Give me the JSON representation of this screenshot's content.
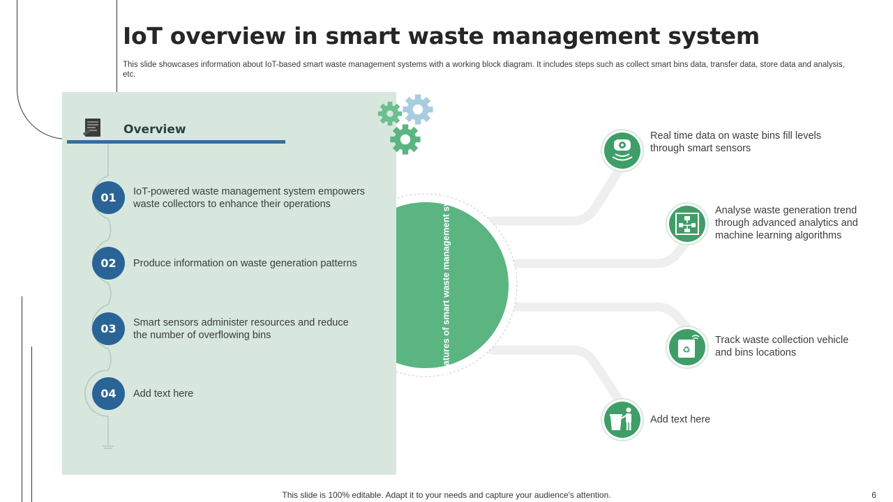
{
  "title": "IoT overview in smart waste management system",
  "subtitle": "This slide showcases information about IoT-based smart waste management systems with a working block diagram. It includes steps such as collect smart bins data, transfer data, store data and analysis, etc.",
  "overview": {
    "label": "Overview",
    "icon": "document-notes-icon",
    "steps": [
      {
        "num": "01",
        "text": "IoT-powered waste management system empowers waste collectors to enhance their operations"
      },
      {
        "num": "02",
        "text": "Produce information on waste generation patterns"
      },
      {
        "num": "03",
        "text": "Smart sensors administer resources and reduce the number of overflowing bins"
      },
      {
        "num": "04",
        "text": "Add text here"
      }
    ]
  },
  "center": {
    "label": "Features of smart waste management system"
  },
  "features": [
    {
      "icon": "smart-sensor-icon",
      "text": "Real time data on waste bins fill levels through smart sensors"
    },
    {
      "icon": "analytics-flowchart-icon",
      "text": "Analyse waste generation trend through advanced analytics and machine learning algorithms"
    },
    {
      "icon": "recycle-bin-tracking-icon",
      "text": "Track waste collection vehicle and bins locations"
    },
    {
      "icon": "person-trash-bin-icon",
      "text": "Add text here"
    }
  ],
  "colors": {
    "green": "#5bb581",
    "dark_green": "#3f9e68",
    "blue": "#2a6496",
    "panel": "#d7e7de",
    "gear_blue": "#a9cde0"
  },
  "footer": "This slide is 100% editable. Adapt it to your needs and capture your audience's attention.",
  "page_number": "6"
}
